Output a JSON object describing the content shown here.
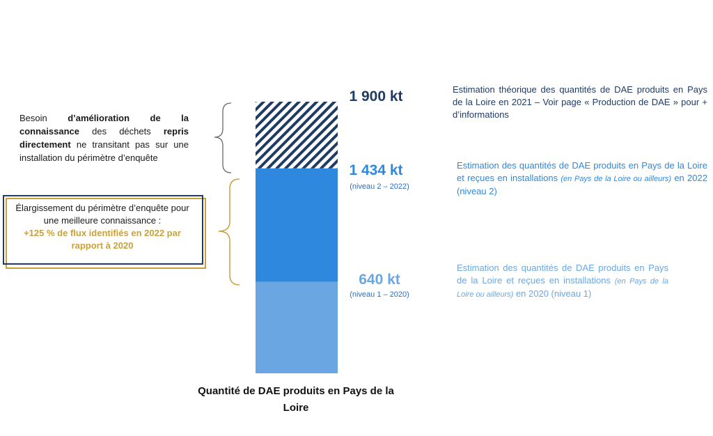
{
  "chart_data": {
    "type": "bar",
    "unit": "kt",
    "segments": [
      {
        "value": 640,
        "label": "640 kt",
        "sublabel": "(niveau 1 – 2020)",
        "color": "#6aa7e2",
        "pattern": "solid"
      },
      {
        "value": 1434,
        "label": "1 434 kt",
        "sublabel": "(niveau 2 – 2022)",
        "color": "#2e88dd",
        "pattern": "solid"
      },
      {
        "value": 1900,
        "label": "1 900 kt",
        "sublabel": "",
        "color": "#1f3b63",
        "pattern": "hatched"
      }
    ],
    "xlabel": "Quantité de DAE produits en Pays de la Loire",
    "ylim": [
      0,
      1900
    ]
  },
  "left_note": {
    "t1": "Besoin ",
    "t2": "d’amélioration de la connaissance",
    "t3": " des déchets ",
    "t4": "repris directement",
    "t5": " ne transitant pas sur une installation du périmètre d’enquête"
  },
  "box_note": {
    "line1": "Élargissement du périmètre d’enquête pour une meilleure connaissance :",
    "highlight": "+125 % de flux identifiés en 2022 par rapport à 2020"
  },
  "descriptions": {
    "top": "Estimation théorique des quantités de DAE produits en Pays de la Loire en 2021 – Voir page « Production de DAE » pour + d’informations",
    "mid_a": "Estimation des quantités de DAE produits en Pays de la Loire et reçues en installations ",
    "mid_b": "(en Pays de la Loire ou ailleurs)",
    "mid_c": " en 2022 (niveau 2)",
    "low_a": "Estimation des quantités de DAE produits en Pays de la Loire et reçues en installations ",
    "low_b": "(en Pays de la Loire ou ailleurs)",
    "low_c": " en 2020 (niveau 1)"
  },
  "colors": {
    "navy": "#1f3b63",
    "gold": "#c9a13b",
    "blue_mid": "#2e88dd",
    "blue_light": "#6aa7e2"
  }
}
